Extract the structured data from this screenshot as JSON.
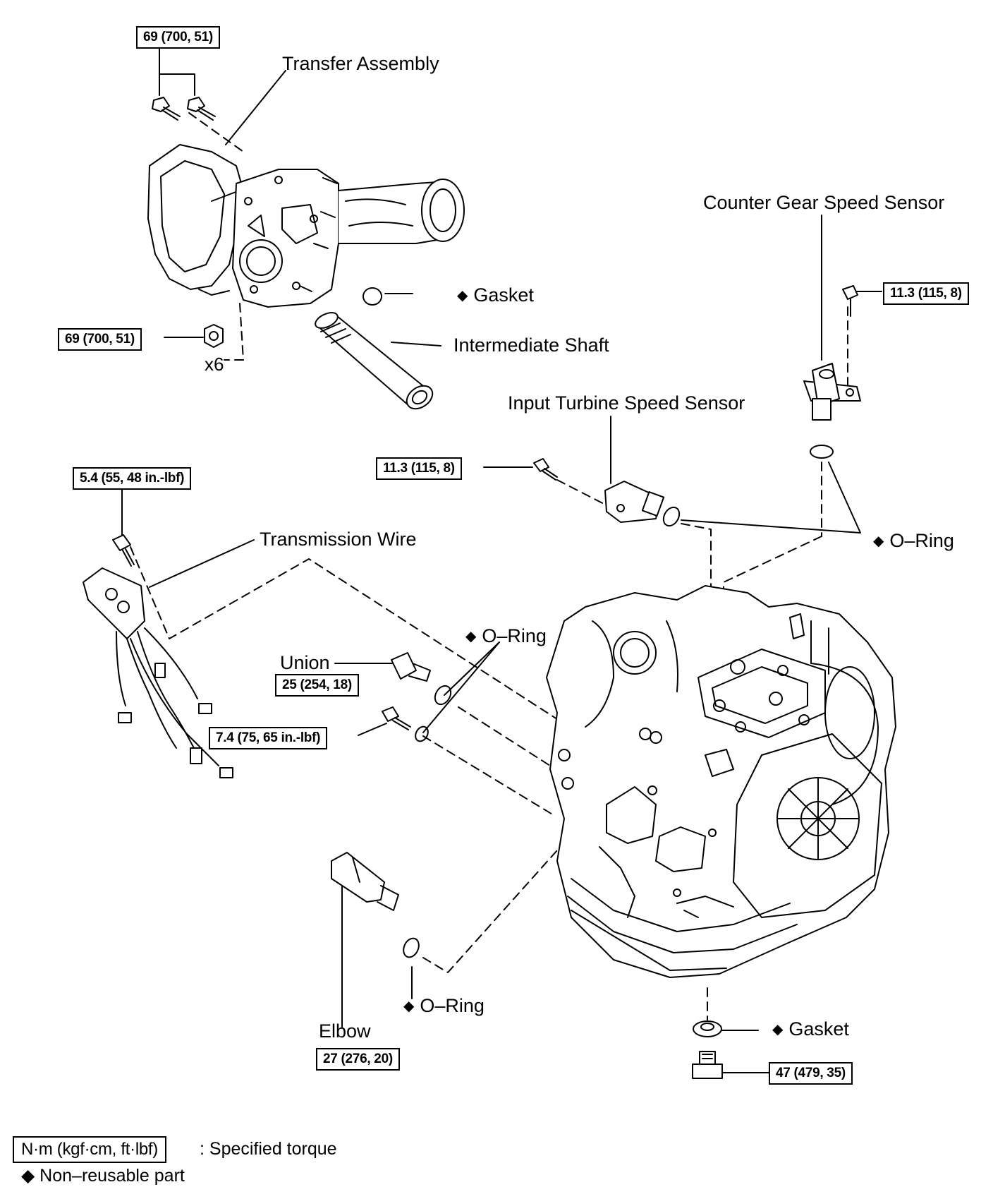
{
  "labels": {
    "transfer_assembly": "Transfer Assembly",
    "gasket_top": "Gasket",
    "intermediate_shaft": "Intermediate Shaft",
    "counter_gear_speed_sensor": "Counter Gear Speed Sensor",
    "input_turbine_speed_sensor": "Input Turbine Speed Sensor",
    "o_ring_right": "O–Ring",
    "transmission_wire": "Transmission Wire",
    "o_ring_mid": "O–Ring",
    "union": "Union",
    "o_ring_bottom": "O–Ring",
    "elbow": "Elbow",
    "gasket_bottom": "Gasket",
    "qty_x6": "x6"
  },
  "torques": {
    "transfer_bolts": "69 (700, 51)",
    "transfer_nuts": "69 (700, 51)",
    "counter_gear_bolt": "11.3 (115, 8)",
    "input_turbine_bolt": "11.3 (115, 8)",
    "wire_bolt": "5.4 (55, 48 in.-lbf)",
    "union": "25 (254, 18)",
    "bolt_74": "7.4 (75, 65 in.-lbf)",
    "elbow": "27 (276, 20)",
    "drain_plug": "47 (479, 35)"
  },
  "legend": {
    "torque_unit": "N·m (kgf·cm, ft·lbf)",
    "torque_desc": ": Specified torque",
    "nonreusable": "◆ Non–reusable part"
  }
}
